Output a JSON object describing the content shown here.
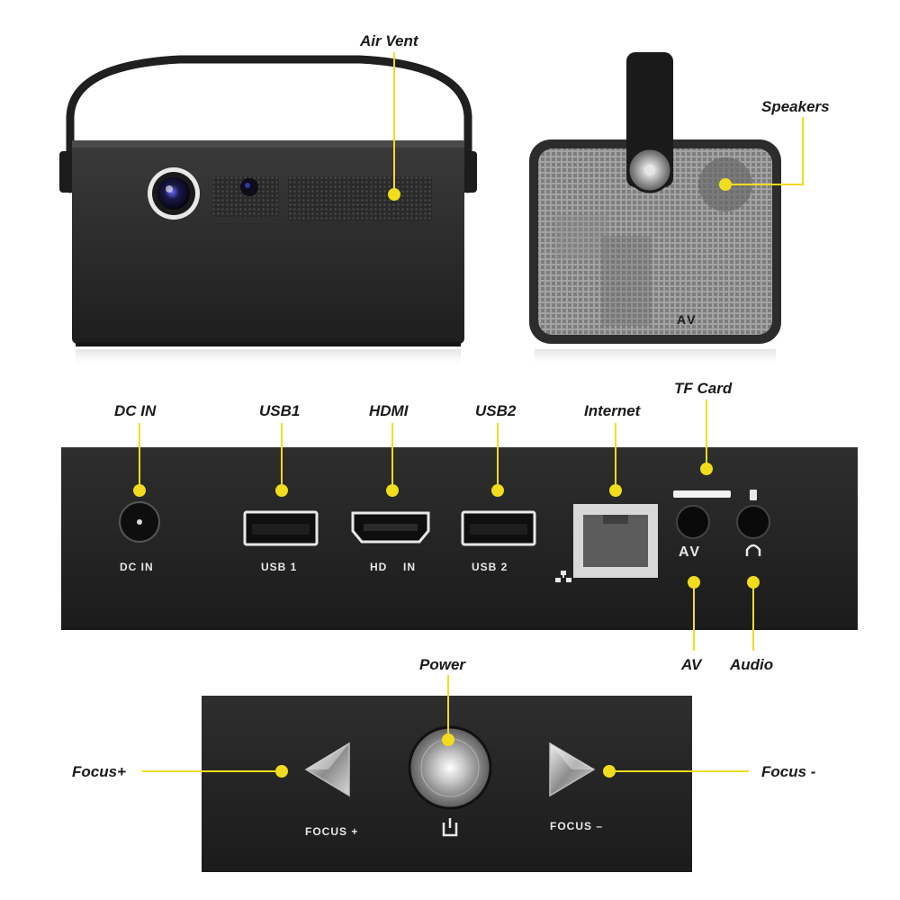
{
  "colors": {
    "callout": "#f2dc1e",
    "device_dark": "#2b2b2b",
    "panel": "#262626",
    "grille": "#9a9a9a"
  },
  "callouts": {
    "air_vent": "Air Vent",
    "speakers": "Speakers",
    "dc_in": "DC IN",
    "usb1": "USB1",
    "hdmi": "HDMI",
    "usb2": "USB2",
    "internet": "Internet",
    "tf_card": "TF Card",
    "av": "AV",
    "audio": "Audio",
    "power": "Power",
    "focus_plus": "Focus+",
    "focus_minus": "Focus -"
  },
  "panel_print": {
    "dc_in": "DC IN",
    "usb1": "USB 1",
    "hd": "HD",
    "in": "IN",
    "usb2": "USB 2",
    "av": "AV",
    "focus_plus": "FOCUS +",
    "focus_minus": "FOCUS –"
  },
  "icons": [
    "network-icon",
    "headphone-icon",
    "card-slot-icon",
    "power-icon"
  ]
}
